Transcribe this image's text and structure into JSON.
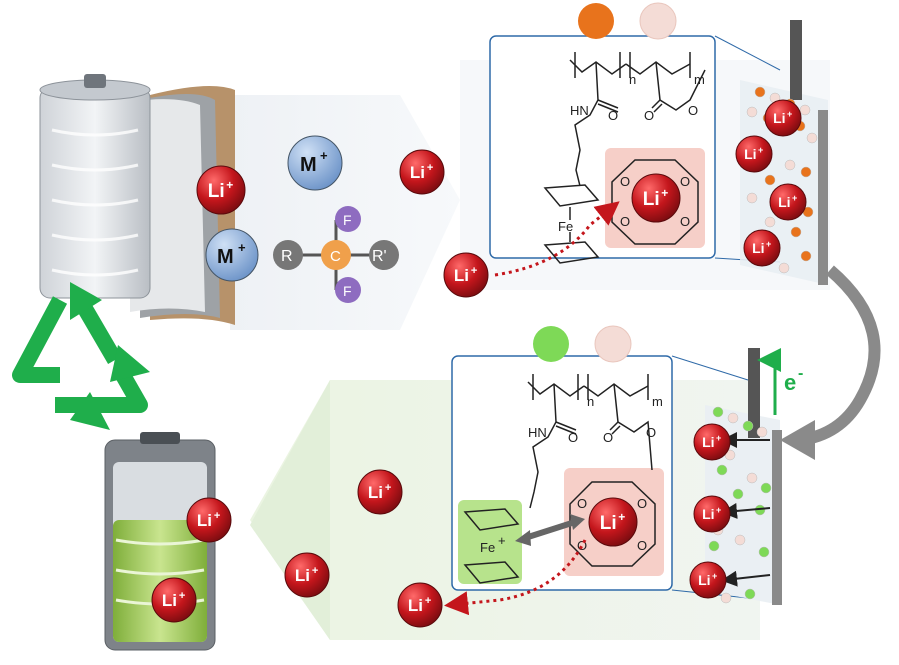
{
  "labels": {
    "li": "Li",
    "m": "M",
    "plus": "+",
    "electron": "e",
    "minus": "-",
    "r": "R",
    "r_prime": "R'",
    "c": "C",
    "f": "F",
    "fe": "Fe",
    "fe_plus": "Fe",
    "nh": "HN",
    "o": "O",
    "n_sub": "n",
    "m_sub": "m"
  },
  "colors": {
    "li_ion": "#c4161c",
    "m_ion": "#7fa6d6",
    "recycle": "#1fae4b",
    "orange_monomer": "#e8731c",
    "pink_monomer": "#f4dcd6",
    "green_monomer": "#7ed957",
    "oxidized_fc_box": "#b7e38c",
    "crown_box": "#f6cfc8",
    "electrode": "#555555",
    "arrow_grey": "#8a8a8a",
    "box_border": "#2f6aa8",
    "carbon": "#f0a04b",
    "fluorine": "#8e6cc0",
    "r_group": "#777777"
  }
}
